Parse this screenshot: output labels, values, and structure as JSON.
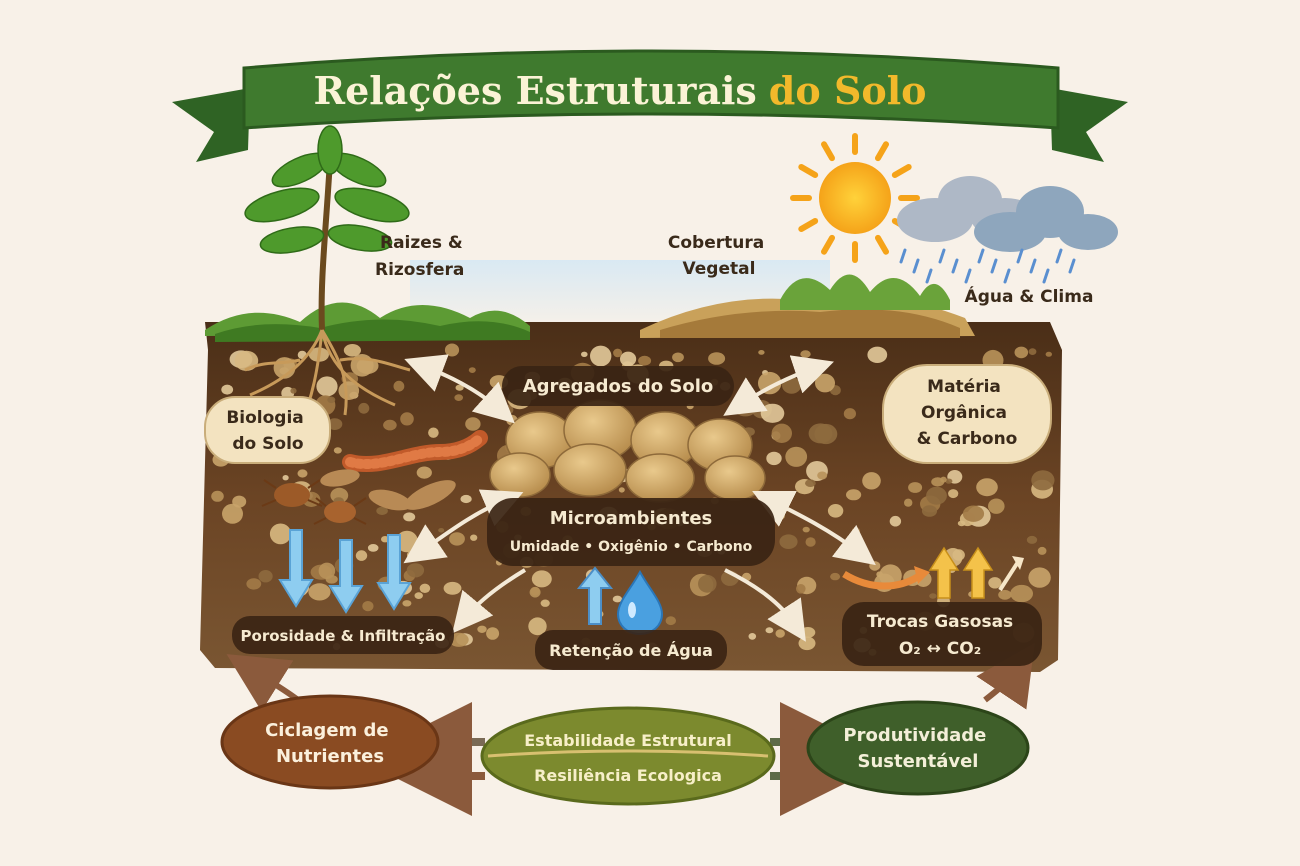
{
  "title": {
    "part1": "Relações Estruturais",
    "part2": "do Solo"
  },
  "labels": {
    "roots": [
      "Raizes &",
      "Rizosfera"
    ],
    "cover": [
      "Cobertura",
      "Vegetal"
    ],
    "water_climate": "Água & Clima",
    "aggregates": "Agregados do Solo",
    "biology": [
      "Biologia",
      "do Solo"
    ],
    "organic": [
      "Matéria",
      "Orgânica",
      "& Carbono"
    ],
    "microenv_title": "Microambientes",
    "microenv_sub": "Umidade • Oxigênio • Carbono",
    "porosity": "Porosidade & Infiltração",
    "retention": "Retenção de Água",
    "gas_exchange": "Trocas Gasosas",
    "gas_formula": "O₂ ↔ CO₂"
  },
  "bottom": {
    "nutrient_cycling": [
      "Ciclagem de",
      "Nutrientes"
    ],
    "stability": "Estabilidade Estrutural",
    "resilience": "Resiliência Ecologica",
    "productivity": [
      "Produtividade",
      "Sustentável"
    ]
  },
  "colors": {
    "background": "#f8f1e8",
    "banner": "#3f7a2e",
    "title_text": "#fbf3d6",
    "title_accent": "#f2b92b",
    "soil": "#5c3b1f",
    "label_bg": "#3a2414",
    "cream_label": "#f6ead0",
    "brown_oval": "#8a4b22",
    "olive_oval": "#7c8a2e",
    "green_oval": "#3f5f2a"
  },
  "icons": [
    "plant-icon",
    "sun-icon",
    "rain-cloud-icon",
    "earthworm-icon",
    "beetle-icon",
    "water-drop-icon",
    "leaf-litter-icon"
  ]
}
